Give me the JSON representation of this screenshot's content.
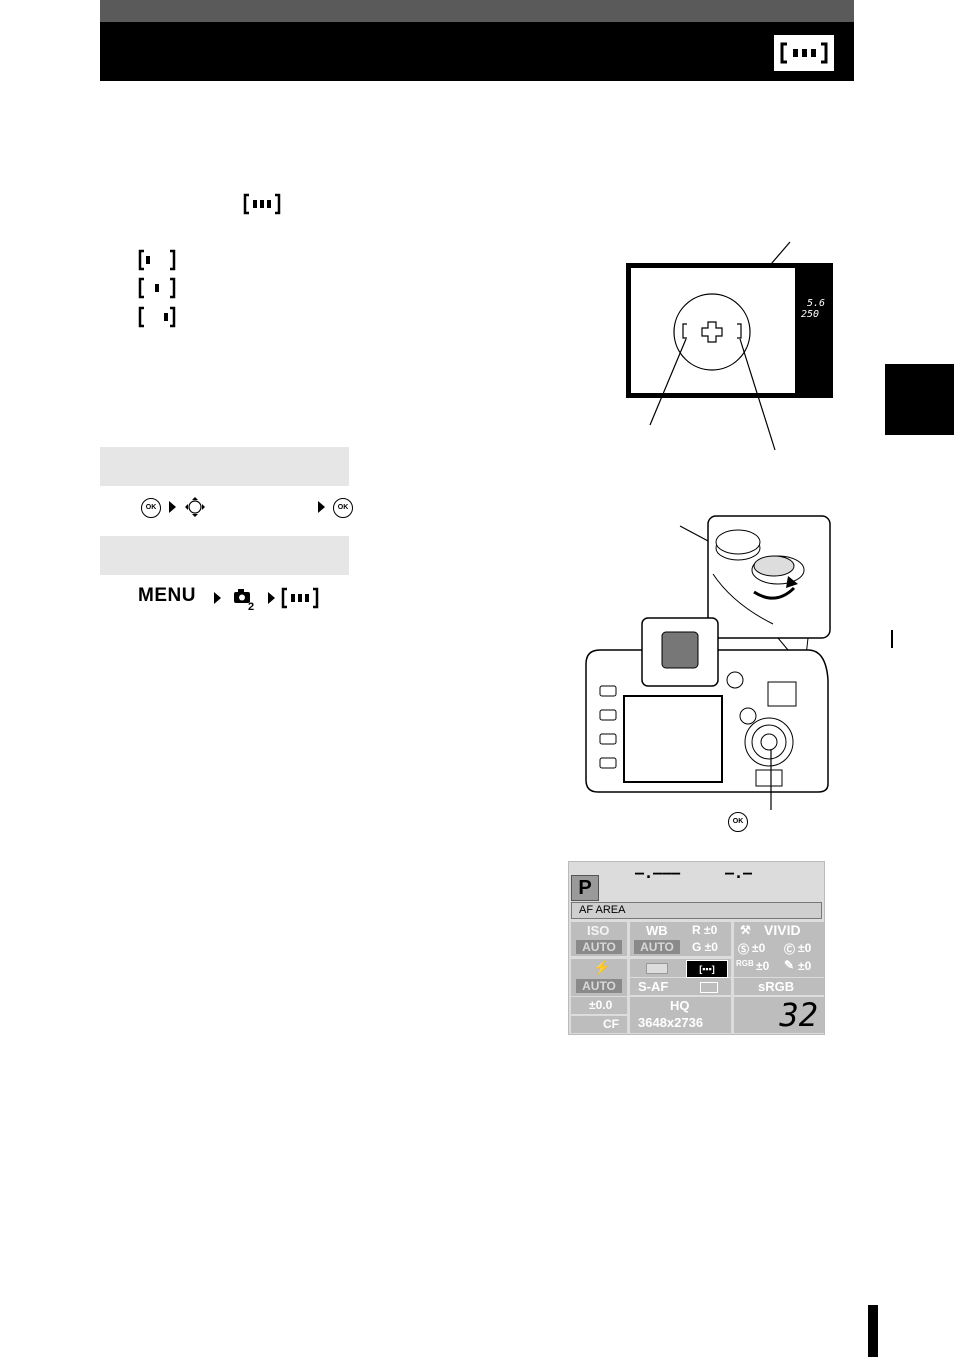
{
  "header": {
    "icon": "af-frame-all-icon"
  },
  "af_frame_icon": "af-frame-all-icon",
  "frame_options": [
    "af-frame-left-icon",
    "af-frame-center-icon",
    "af-frame-right-icon"
  ],
  "ok_label": "OK",
  "menu": {
    "label": "MENU"
  },
  "viewfinder": {
    "readout_top": "5.6",
    "readout_bottom": "250"
  },
  "control_panel": {
    "mode": "P",
    "shutter": "–.–––",
    "aperture": "–.–",
    "af_area_label": "AF AREA",
    "iso_label": "ISO",
    "iso_value": "AUTO",
    "wb_label": "WB",
    "wb_value": "AUTO",
    "wb_r": "R ±0",
    "wb_g": "G ±0",
    "picture_mode": "VIVID",
    "saturation": "±0",
    "contrast": "±0",
    "gradation": "±0",
    "sharpness": "±0",
    "flash_value": "AUTO",
    "af_mode": "S-AF",
    "color_space": "sRGB",
    "exposure_comp": "±0.0",
    "quality": "HQ",
    "resolution": "3648x2736",
    "card": "CF",
    "remaining": "32"
  }
}
